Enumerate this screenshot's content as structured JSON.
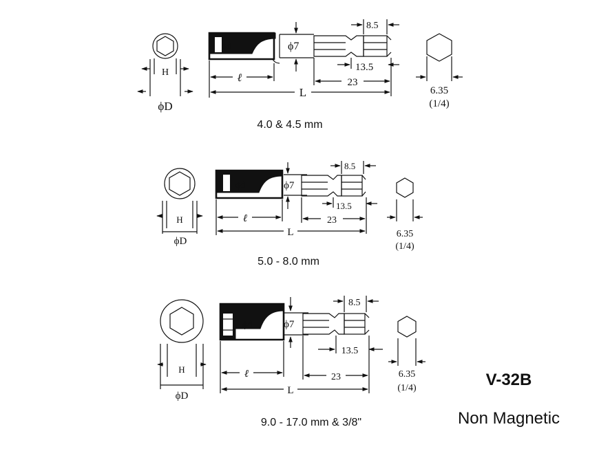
{
  "labels": {
    "phi_D": "ϕD",
    "H": "H",
    "phi_d": "ϕd",
    "phi_7": "ϕ7",
    "l": "ℓ",
    "L": "L",
    "d85": "8.5",
    "d135": "13.5",
    "d23": "23",
    "hex635": "6.35",
    "hex14": "(1/4)"
  },
  "sections": [
    {
      "caption": "4.0 & 4.5 mm"
    },
    {
      "caption": "5.0 - 8.0 mm"
    },
    {
      "caption": "9.0 - 17.0 mm & 3/8\""
    }
  ],
  "model": "V-32B",
  "note": "Non Magnetic"
}
